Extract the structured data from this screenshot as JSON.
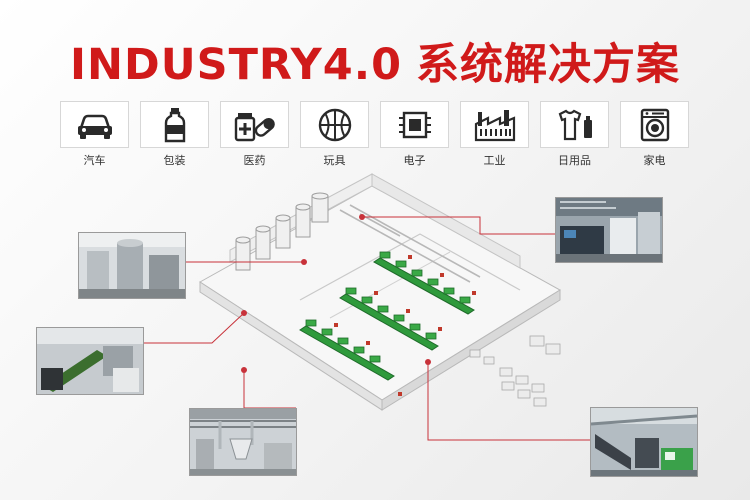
{
  "title": {
    "latin": "INDUSTRY4.0",
    "cjk": "系统解决方案"
  },
  "categories": [
    {
      "label": "汽车",
      "icon": "car-icon"
    },
    {
      "label": "包装",
      "icon": "bottle-icon"
    },
    {
      "label": "医药",
      "icon": "medicine-icon"
    },
    {
      "label": "玩具",
      "icon": "ball-icon"
    },
    {
      "label": "电子",
      "icon": "chip-icon"
    },
    {
      "label": "工业",
      "icon": "factory-icon"
    },
    {
      "label": "日用品",
      "icon": "daily-goods-icon"
    },
    {
      "label": "家电",
      "icon": "washing-machine-icon"
    }
  ],
  "colors": {
    "accent": "#d01a1a",
    "machine_green": "#2f9a3c",
    "line": "#c8323a"
  }
}
